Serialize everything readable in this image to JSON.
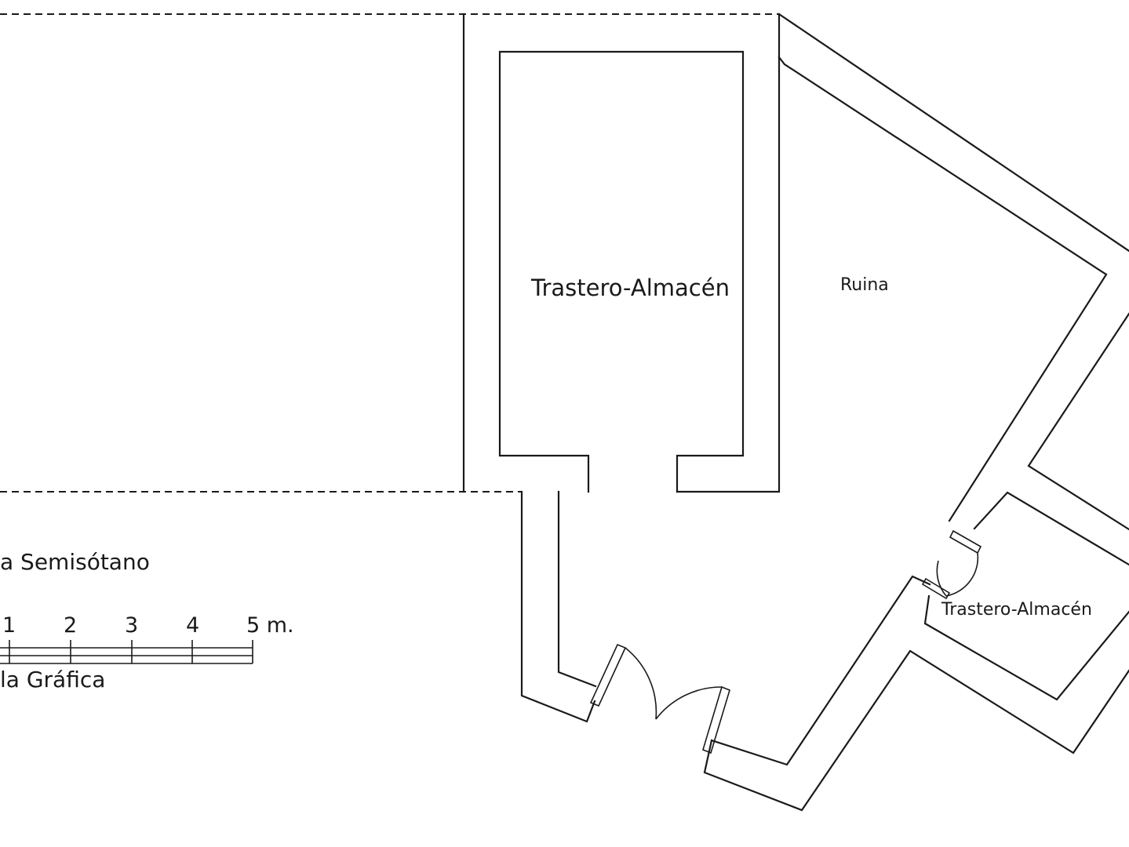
{
  "rooms": {
    "storage_main": "Trastero-Almacén",
    "ruin": "Ruina",
    "storage_small": "Trastero-Almacén"
  },
  "legend": {
    "plan_title": "a Semisótano",
    "scale_caption": "la Gráfica",
    "scale_ticks": [
      "1",
      "2",
      "3",
      "4",
      "5 m."
    ]
  }
}
